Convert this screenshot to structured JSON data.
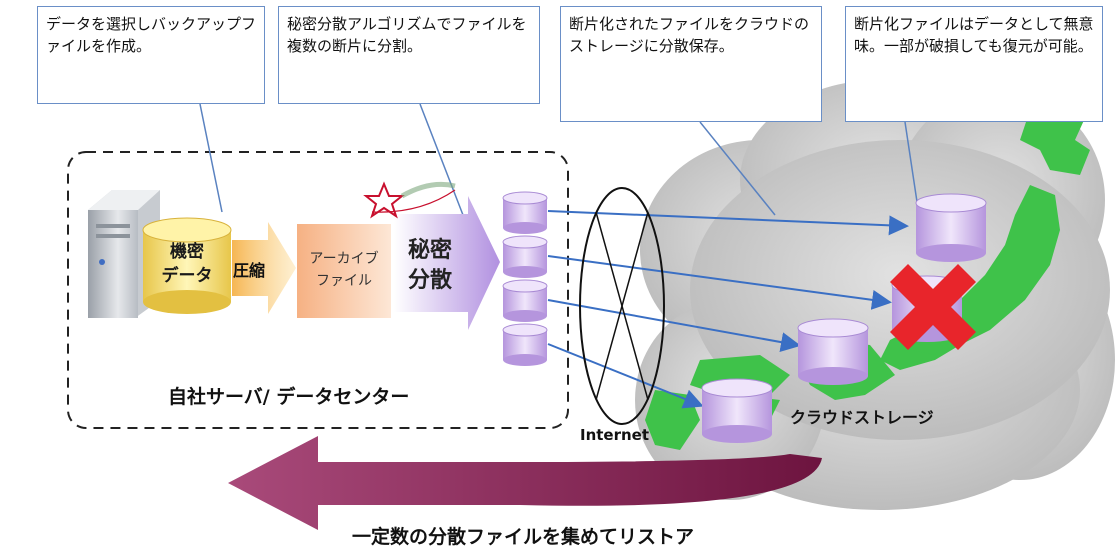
{
  "callouts": [
    "データを選択しバックアップファイルを作成。",
    "秘密分散アルゴリズムでファイルを複数の断片に分割。",
    "断片化されたファイルをクラウドのストレージに分散保存。",
    "断片化ファイルはデータとして無意味。一部が破損しても復元が可能。"
  ],
  "steps": {
    "source": "機密\nデータ",
    "compress": "圧縮",
    "archive": "アーカイブ\nファイル",
    "split": "秘密\n分散"
  },
  "labels": {
    "onprem": "自社サーバ/ データセンター",
    "network": "Internet",
    "cloud": "クラウドストレージ",
    "restore": "一定数の分散ファイルを集めてリストア"
  },
  "colors": {
    "callout_border": "#6a8fc7",
    "cylinder": "#c9b3e6",
    "archive": "#f6b183",
    "split_arrow": "#b190e0",
    "restore_arrow": "#7b1c4c",
    "japan": "#3fc24a",
    "cross": "#e8252b",
    "connector": "#3a6fc4"
  },
  "icons": [
    "server-icon",
    "broken-cross-icon",
    "star-icon",
    "japan-map-icon"
  ]
}
